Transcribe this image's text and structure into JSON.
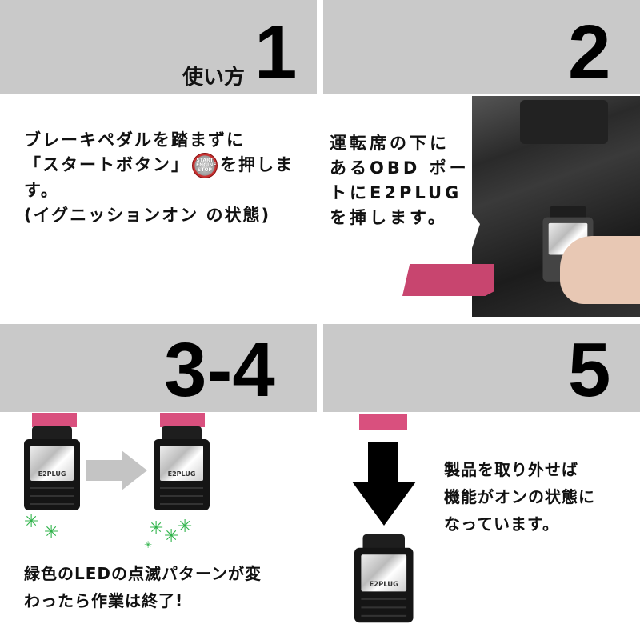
{
  "panels": [
    {
      "step": "1",
      "heading": "使い方",
      "text": "ブレーキペダルを踏まずに\n「スタートボタン」　を押しま\nす。\n(イグニッションオン の状態)",
      "button_label": "START ENGINE STOP"
    },
    {
      "step": "2",
      "text": "運転席の下に\nあるOBD ポー\nトにE2PLUG\nを挿します。"
    },
    {
      "step": "3-4",
      "text": "緑色のLEDの点滅パターンが変\nわったら作業は終了!"
    },
    {
      "step": "5",
      "text": "製品を取り外せば\n機能がオンの状態に\nなっています。"
    }
  ],
  "product_name": "E2PLUG",
  "colors": {
    "header": "#c9c9c9",
    "accent": "#d9507e",
    "led": "#2fb34a"
  }
}
